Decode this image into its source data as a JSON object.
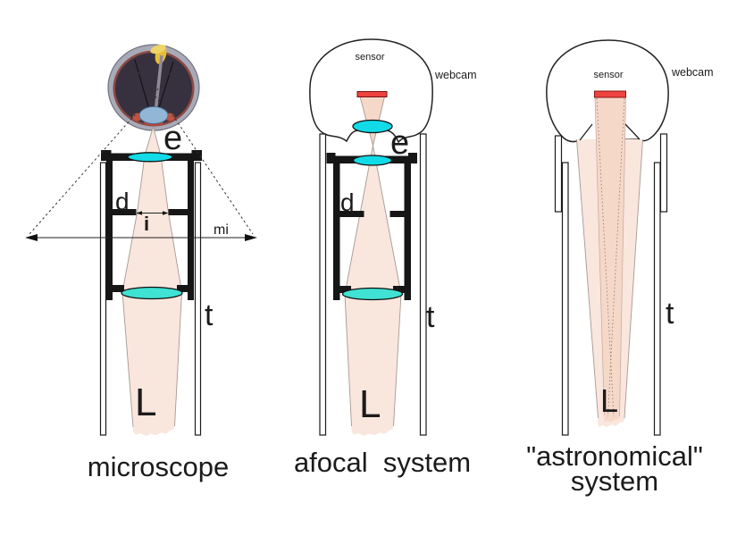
{
  "colors": {
    "background": "#ffffff",
    "beam": "#f9e6dd",
    "beam_inner": "#f6d8c9",
    "lens_cyan": "#12dbe8",
    "objective_cyan": "#3fe2d3",
    "sensor_red": "#ef4340",
    "tube_black": "#161616",
    "ink": "#1b1b1b"
  },
  "panels": {
    "microscope": {
      "caption": "microscope",
      "labels": {
        "eyepiece": "e",
        "diaphragm": "d",
        "image": "i",
        "magnified_image": "mi",
        "tube": "t",
        "light": "L"
      }
    },
    "afocal": {
      "caption": "afocal  system",
      "labels": {
        "sensor": "sensor",
        "webcam": "webcam",
        "eyepiece": "e",
        "diaphragm": "d",
        "tube": "t",
        "light": "L"
      }
    },
    "astronomical": {
      "caption_line1": "\"astronomical\"",
      "caption_line2": "system",
      "labels": {
        "sensor": "sensor",
        "webcam": "webcam",
        "tube": "t",
        "light": "L"
      }
    }
  }
}
